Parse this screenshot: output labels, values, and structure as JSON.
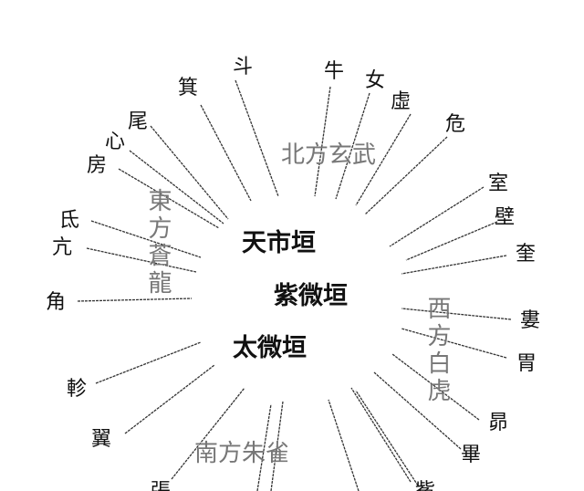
{
  "enclosures": [
    "天市垣",
    "紫微垣",
    "太微垣"
  ],
  "quadrants": {
    "north": "北方玄武",
    "east": "東方蒼龍",
    "west": "西方白虎",
    "south": "南方朱雀"
  },
  "mansions": [
    "箕",
    "斗",
    "牛",
    "女",
    "虛",
    "危",
    "室",
    "壁",
    "奎",
    "婁",
    "胃",
    "昴",
    "畢",
    "觜",
    "張",
    "翼",
    "軫",
    "角",
    "亢",
    "氐",
    "房",
    "心",
    "尾"
  ]
}
